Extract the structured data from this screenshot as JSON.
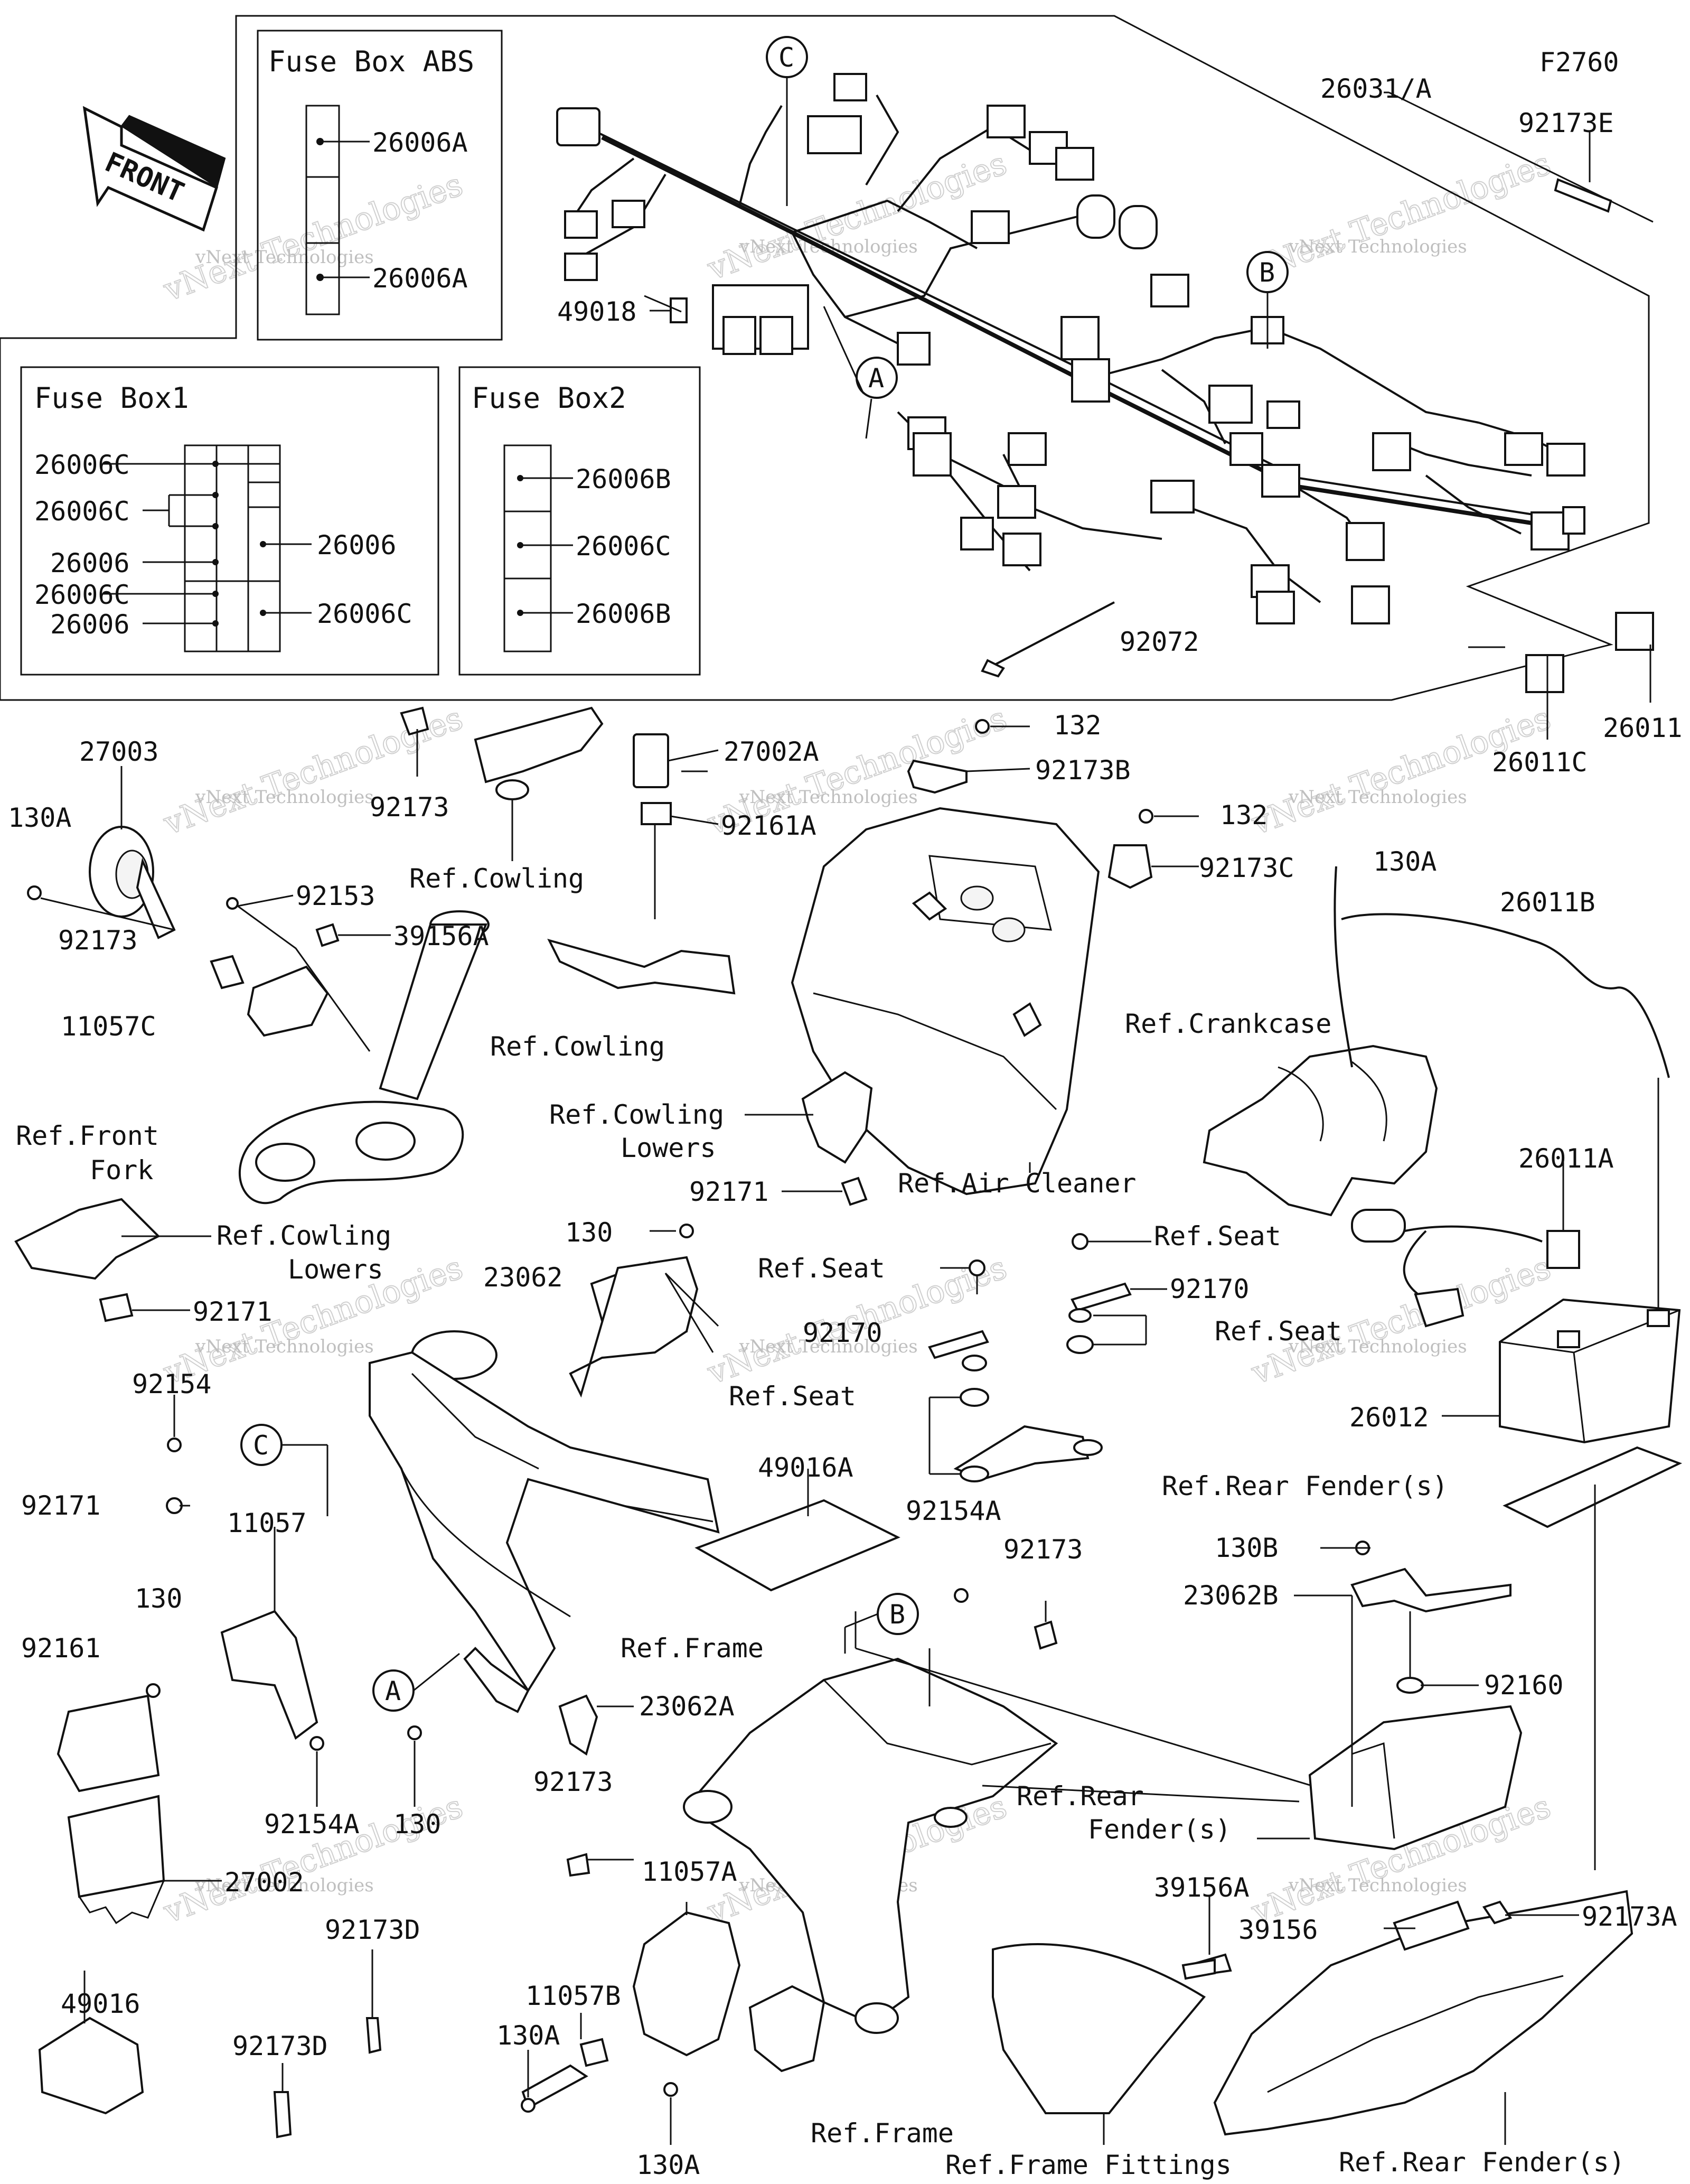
{
  "diagram_code": "F2760",
  "front_arrow_label": "FRONT",
  "watermark": "vNext Technologies",
  "boxes": {
    "abs": {
      "title": "Fuse Box ABS",
      "labels": [
        "26006A",
        "26006A"
      ]
    },
    "fb1": {
      "title": "Fuse Box1",
      "labels": [
        "26006C",
        "26006C",
        "26006",
        "26006C",
        "26006",
        "26006",
        "26006C"
      ]
    },
    "fb2": {
      "title": "Fuse Box2",
      "labels": [
        "26006B",
        "26006C",
        "26006B"
      ]
    }
  },
  "callouts": [
    "A",
    "B",
    "C"
  ],
  "labels": [
    "26031/A",
    "92173E",
    "49018",
    "92072",
    "26011",
    "26011C",
    "27003",
    "130A",
    "92173",
    "11057C",
    "92153",
    "39156A",
    "92173",
    "Ref.Cowling",
    "27002A",
    "92161A",
    "Ref.Cowling",
    "132",
    "92173B",
    "132",
    "92173C",
    "130A",
    "26011B",
    "Ref.Crankcase",
    "Ref.Front",
    "Fork",
    "Ref.Cowling",
    "Lowers",
    "92171",
    "Ref.Air Cleaner",
    "26011A",
    "Ref.Cowling",
    "Lowers",
    "92171",
    "130",
    "23062",
    "Ref.Seat",
    "Ref.Seat",
    "92170",
    "92170",
    "Ref.Seat",
    "Ref.Seat",
    "26012",
    "92154",
    "49016A",
    "92171",
    "11057",
    "92154A",
    "92173",
    "Ref.Rear Fender(s)",
    "130",
    "130B",
    "23062B",
    "92161",
    "Ref.Frame",
    "92160",
    "23062A",
    "92154A",
    "130",
    "92173",
    "Ref.Rear",
    "Fender(s)",
    "27002",
    "11057A",
    "39156A",
    "39156",
    "92173A",
    "92173D",
    "11057B",
    "92173D",
    "49016",
    "130A",
    "130A",
    "Ref.Frame",
    "Ref.Frame Fittings",
    "Ref.Rear Fender(s)"
  ]
}
